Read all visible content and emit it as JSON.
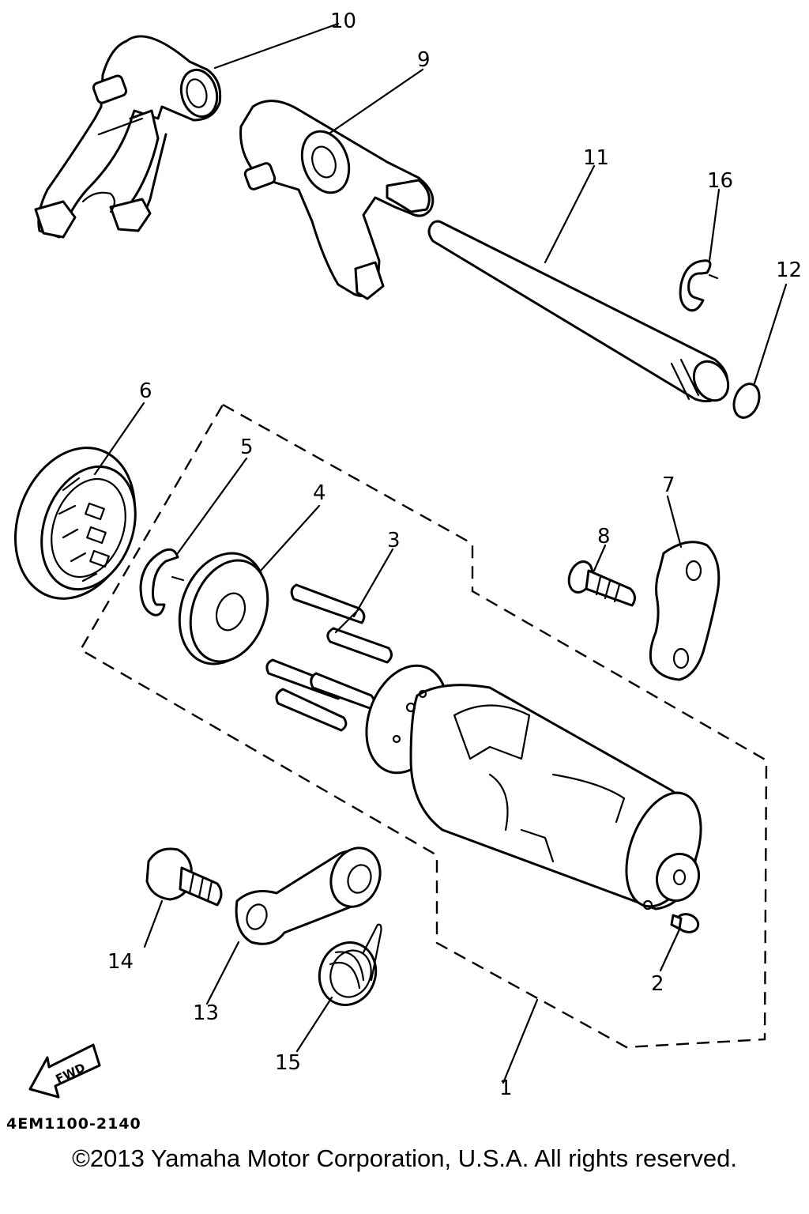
{
  "callouts": [
    {
      "id": "1",
      "label": "1"
    },
    {
      "id": "2",
      "label": "2"
    },
    {
      "id": "3",
      "label": "3"
    },
    {
      "id": "4",
      "label": "4"
    },
    {
      "id": "5",
      "label": "5"
    },
    {
      "id": "6",
      "label": "6"
    },
    {
      "id": "7",
      "label": "7"
    },
    {
      "id": "8",
      "label": "8"
    },
    {
      "id": "9",
      "label": "9"
    },
    {
      "id": "10",
      "label": "10"
    },
    {
      "id": "11",
      "label": "11"
    },
    {
      "id": "12",
      "label": "12"
    },
    {
      "id": "13",
      "label": "13"
    },
    {
      "id": "14",
      "label": "14"
    },
    {
      "id": "15",
      "label": "15"
    },
    {
      "id": "16",
      "label": "16"
    }
  ],
  "fwd_label": "FWD",
  "diagram_code": "4EM1100-2140",
  "copyright": "©2013 Yamaha Motor Corporation, U.S.A. All rights reserved."
}
